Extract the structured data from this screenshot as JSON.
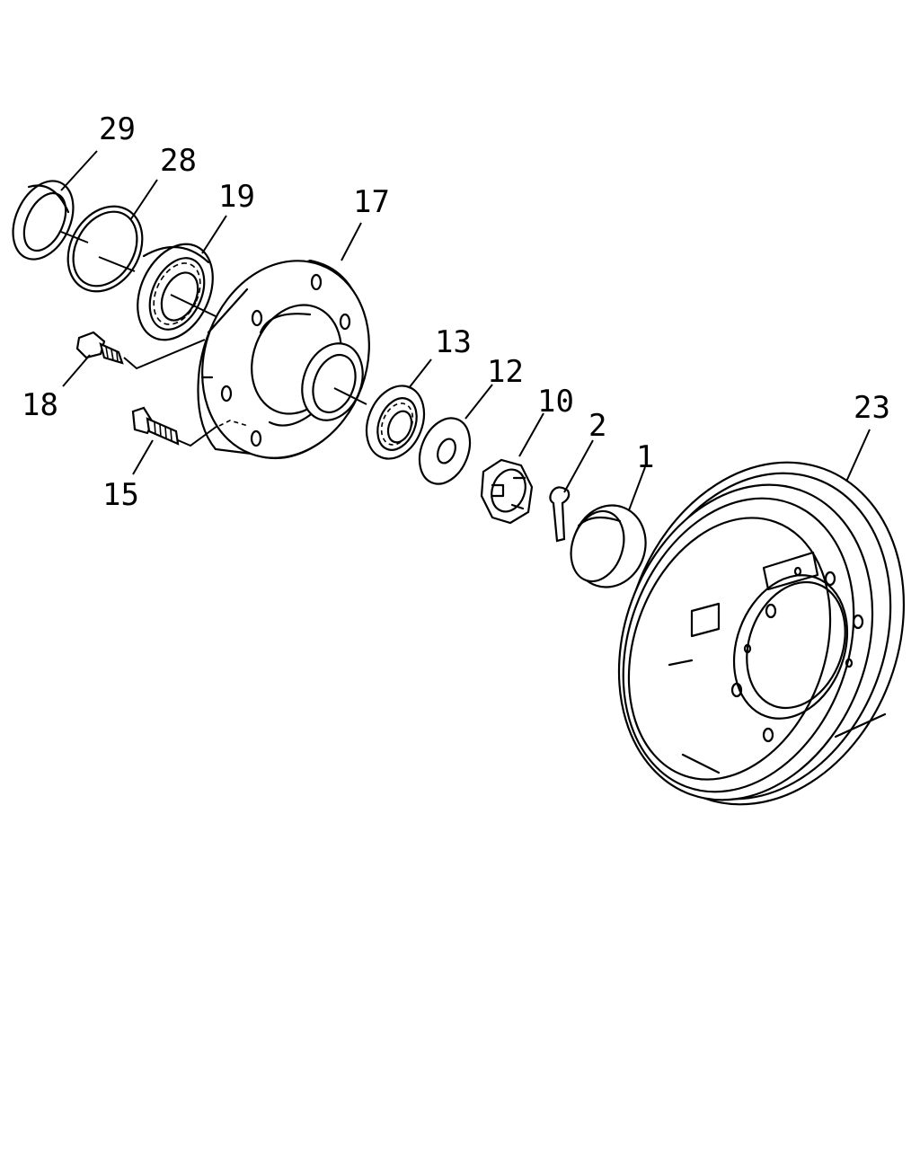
{
  "callouts": {
    "p29": "29",
    "p28": "28",
    "p19": "19",
    "p17": "17",
    "p18": "18",
    "p15": "15",
    "p13": "13",
    "p12": "12",
    "p10": "10",
    "p2": "2",
    "p1": "1",
    "p23": "23"
  }
}
